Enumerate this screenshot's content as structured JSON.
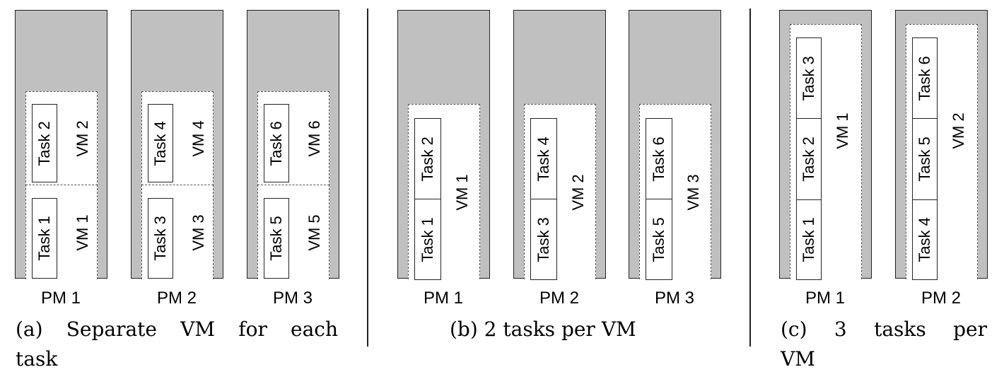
{
  "pm_labels": [
    "PM 1",
    "PM 2",
    "PM 3"
  ],
  "tasks": [
    "Task 1",
    "Task 2",
    "Task 3",
    "Task 4",
    "Task 5",
    "Task 6"
  ],
  "vms": [
    "VM 1",
    "VM 2",
    "VM 3",
    "VM 4",
    "VM 5",
    "VM 6"
  ],
  "captions": {
    "a_line1": "(a) Separate VM for each",
    "a_line2": "task",
    "b": "(b) 2 tasks per VM",
    "c_line1": "(c) 3 tasks per",
    "c_line2": "VM"
  },
  "colors": {
    "pm_fill": "#c0c0c0",
    "vm_fill": "#ffffff",
    "border": "#222222"
  }
}
